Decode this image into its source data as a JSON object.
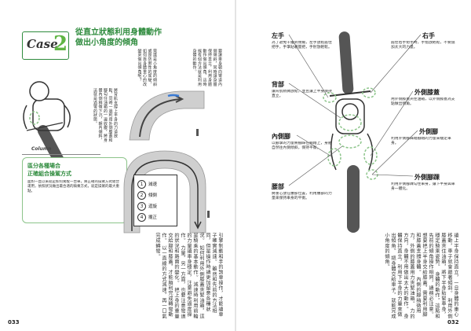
{
  "left_page": {
    "case_word": "Case",
    "case_number": "2",
    "headline_line1": "從直立狀態利用身體動作",
    "headline_line2": "做出小角度的傾角",
    "intro_col1": "需識是小角度的傾斜或是防禦性的駕駛，如何靠身體重心的改變來做出傾角呢？",
    "intro_col2": "要讓車身朝向彎道內側傾斜，同時讓身體保持直立，利用身體動作做出傾角，這時候有個方法就是利用身體的動作。",
    "side_text": "將背肌支撐上半身的力道放鬆，同時一邊利用外側膝蓋和腳勾住油箱的一邊收腹，將身體內側稍微下沉，朝內傾斜，這就是過彎的狀態。",
    "column_label": "Column",
    "box_title1": "區分各種場合",
    "box_title2": "正確組合操駕方式",
    "box_text": "面對一直以來就是如何駕駛一台車，將正確的操駕方式組合運用，依照狀況做出最合適的騎乘方式，就是操駕的最大重點。",
    "legend": [
      "減速",
      "傾倒",
      "迴旋",
      "擺正"
    ],
    "legend_numbers": [
      "1",
      "2",
      "3",
      "4"
    ],
    "bottom_cols": [
      "引擎制動和手的煞車操作，才能讓車子確實減速。",
      "雖然和先前的方法相同，但是操作時請更加留意各種狀況。",
      "如何利用外側膝蓋夾緊油箱，這是騎乘的基本動作。",
      "減速時利用前輪的力量讓車身穩定，注意避免過度操作。",
      "力量，另一方面，也要注意彎道的狀況和路面的變化。",
      "把上身的重量交給腳和膝蓋，才能順利完成轉彎動作。",
      "以一直線的方式減速，再一口氣完成轉彎。"
    ],
    "page_number": "033"
  },
  "right_page": {
    "labels": {
      "left_hand": "左手",
      "back": "背部",
      "inner_leg": "內側腳",
      "hips": "腰部",
      "right_hand": "右手",
      "outer_knee": "外側膝蓋",
      "outer_leg": "外側腳",
      "outer_foot": "外側腳踝"
    },
    "notes": {
      "left_hand": "為了避免干擾到傾角，左手放鬆握住把手，手掌貼著握把，手肘放輕鬆。",
      "back": "讓背肌稍微放鬆，並且讓上半身保持直立。",
      "inner_leg": "以腳掌的力量將腳踩在腳踏上，身體自然往內側傾斜，保持平衡。",
      "hips": "將重心放在腰部位置，利用腰部的力量來保持車身的平衡。",
      "right_hand": "握住右手把手時，手指放輕鬆，不要施加太大的力量。",
      "outer_knee": "用外側膝蓋夾住油箱，以外側膝蓋為支點做出傾角。",
      "outer_leg": "利用外側腳踩踏腳踏的力量來穩定車身。",
      "outer_foot": "利用外側腳踝勾住車身，讓下半身與車身一體化。"
    },
    "body_cols": [
      "讓上半身保持直立，一旦身體的重心移動，車子就會跟著傾斜。",
      "利用外側膝蓋夾住油箱，將下半身貼緊車身，穩定騎乘姿勢。",
      "身體的動作，這點和先前的傾角操作相同，請務必注意。",
      "想要把上半身交給膝蓋，需要利用腳和膝蓋支撐身體。",
      "內側的腳稍微用力，外側的膝蓋用力夾緊油箱。",
      "力的方向，身體不用做出太大的動作。",
      "身體保持直立，利用下半身的力量來做出傾角。",
      "把身體交給車子，就能完成小角度的傾角。"
    ],
    "page_number": "032"
  }
}
